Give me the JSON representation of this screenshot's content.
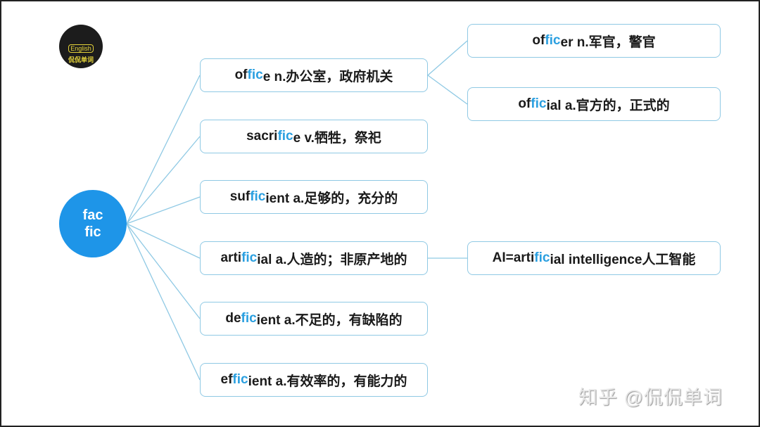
{
  "logo": {
    "text": "English",
    "name": "侃侃单词"
  },
  "root": {
    "line1": "fac",
    "line2": "fic"
  },
  "colors": {
    "accent": "#1e95e8",
    "highlight": "#2a9fe0",
    "border": "#8fc9e4"
  },
  "nodes": [
    {
      "pre": "of",
      "hl": "fic",
      "post": "e n.办公室，政府机关"
    },
    {
      "pre": "sacri",
      "hl": "fic",
      "post": "e v.牺牲，祭祀"
    },
    {
      "pre": "suf",
      "hl": "fic",
      "post": "ient a.足够的，充分的"
    },
    {
      "pre": "arti",
      "hl": "fic",
      "post": "ial a.人造的；非原产地的"
    },
    {
      "pre": "de",
      "hl": "fic",
      "post": "ient a.不足的，有缺陷的"
    },
    {
      "pre": "ef",
      "hl": "fic",
      "post": "ient a.有效率的，有能力的"
    }
  ],
  "subnodes": [
    {
      "pre": "of",
      "hl": "fic",
      "post": "er n.军官，警官"
    },
    {
      "pre": "of",
      "hl": "fic",
      "post": "ial a.官方的，正式的"
    },
    {
      "pre": "AI=arti",
      "hl": "fic",
      "post": "ial intelligence人工智能"
    }
  ],
  "watermark": "知乎 @侃侃单词"
}
